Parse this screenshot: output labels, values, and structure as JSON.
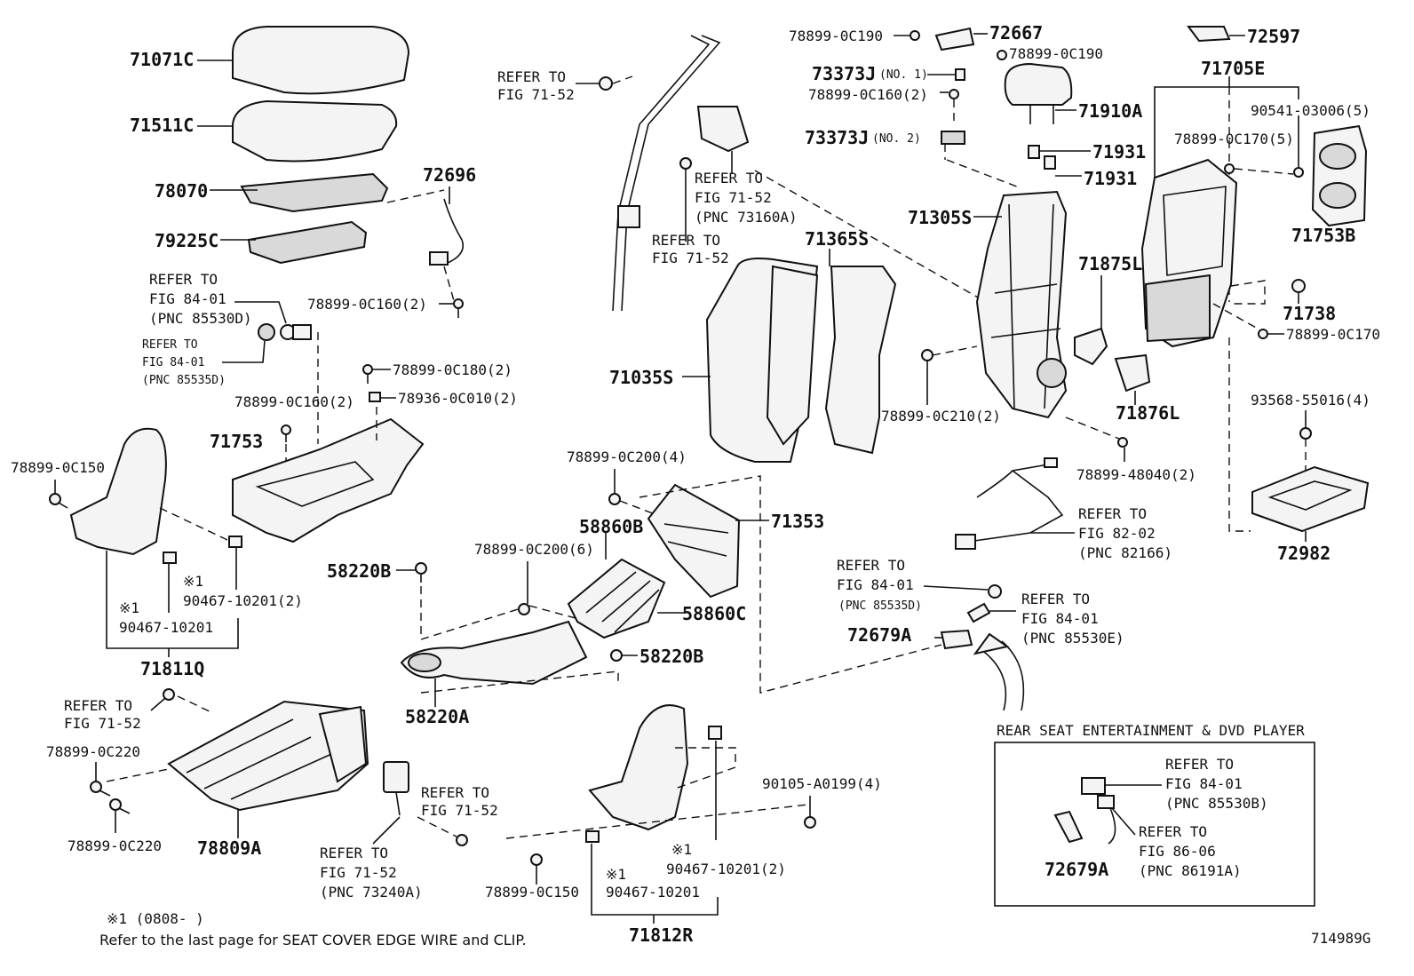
{
  "labels": {
    "p71071C": "71071C",
    "p71511C": "71511C",
    "p78070": "78070",
    "p79225C": "79225C",
    "p72696": "72696",
    "ref1_a": "REFER TO",
    "ref1_b": "FIG 84-01",
    "ref1_c": "(PNC 85530D)",
    "ref2_a": "REFER TO",
    "ref2_b": "FIG 84-01",
    "ref2_c": "(PNC 85535D)",
    "c160_2a": "78899-0C160(2)",
    "c180_2": "78899-0C180(2)",
    "c010_2": "78936-0C010(2)",
    "c160_2b": "78899-0C160(2)",
    "p71753": "71753",
    "c150a": "78899-0C150",
    "m1a": "※1",
    "p10201_2a": "90467-10201(2)",
    "m1b": "※1",
    "p10201a": "90467-10201",
    "p71811Q": "71811Q",
    "ref3_a": "REFER TO",
    "ref3_b": "FIG 71-52",
    "c220a": "78899-0C220",
    "c220b": "78899-0C220",
    "p78809A": "78809A",
    "ref4_a": "REFER TO",
    "ref4_b": "FIG 71-52",
    "ref5_a": "REFER TO",
    "ref5_b": "FIG 71-52",
    "ref5_c": "(PNC 73240A)",
    "p58220B_a": "58220B",
    "p58220A": "58220A",
    "p58220B_b": "58220B",
    "c200_6": "78899-0C200(6)",
    "p58860B": "58860B",
    "p58860C": "58860C",
    "c200_4": "78899-0C200(4)",
    "p71353": "71353",
    "ref6_a": "REFER TO",
    "ref6_b": "FIG 71-52",
    "ref7_a": "REFER TO",
    "ref7_b": "FIG 71-52",
    "ref7_c": "(PNC 73160A)",
    "ref8_a": "REFER TO",
    "ref8_b": "FIG 71-52",
    "p71365S": "71365S",
    "p71035S": "71035S",
    "c190a": "78899-0C190",
    "p72667": "72667",
    "c190b": "78899-0C190",
    "p73373J_1": "73373J",
    "no1": "(NO. 1)",
    "c160_2c": "78899-0C160(2)",
    "p73373J_2": "73373J",
    "no2": "(NO. 2)",
    "p71910A": "71910A",
    "p71931a": "71931",
    "p71931b": "71931",
    "p71305S": "71305S",
    "p71875L": "71875L",
    "c210_2": "78899-0C210(2)",
    "p71876L": "71876L",
    "c48040": "78899-48040(2)",
    "ref9_a": "REFER TO",
    "ref9_b": "FIG 82-02",
    "ref9_c": "(PNC 82166)",
    "p72597": "72597",
    "p71705E": "71705E",
    "p03006": "90541-03006(5)",
    "c170_5": "78899-0C170(5)",
    "p71753B": "71753B",
    "p71738": "71738",
    "c170": "78899-0C170",
    "p55016": "93568-55016(4)",
    "p72982": "72982",
    "ref10_a": "REFER TO",
    "ref10_b": "FIG 84-01",
    "ref10_c": "(PNC 85535D)",
    "ref11_a": "REFER TO",
    "ref11_b": "FIG 84-01",
    "ref11_c": "(PNC 85530E)",
    "p72679A_a": "72679A",
    "p0199": "90105-A0199(4)",
    "m1c": "※1",
    "p10201_2b": "90467-10201(2)",
    "m1d": "※1",
    "p10201b": "90467-10201",
    "p71812R": "71812R",
    "c150b": "78899-0C150",
    "rse_title": "REAR SEAT ENTERTAINMENT & DVD PLAYER",
    "ref12_a": "REFER TO",
    "ref12_b": "FIG 84-01",
    "ref12_c": "(PNC 85530B)",
    "ref13_a": "REFER TO",
    "ref13_b": "FIG 86-06",
    "ref13_c": "(PNC 86191A)",
    "p72679A_b": "72679A",
    "note1": "※1 (0808-      )",
    "note2": "Refer to the last page for SEAT COVER EDGE WIRE and CLIP.",
    "fig_id": "714989G"
  }
}
